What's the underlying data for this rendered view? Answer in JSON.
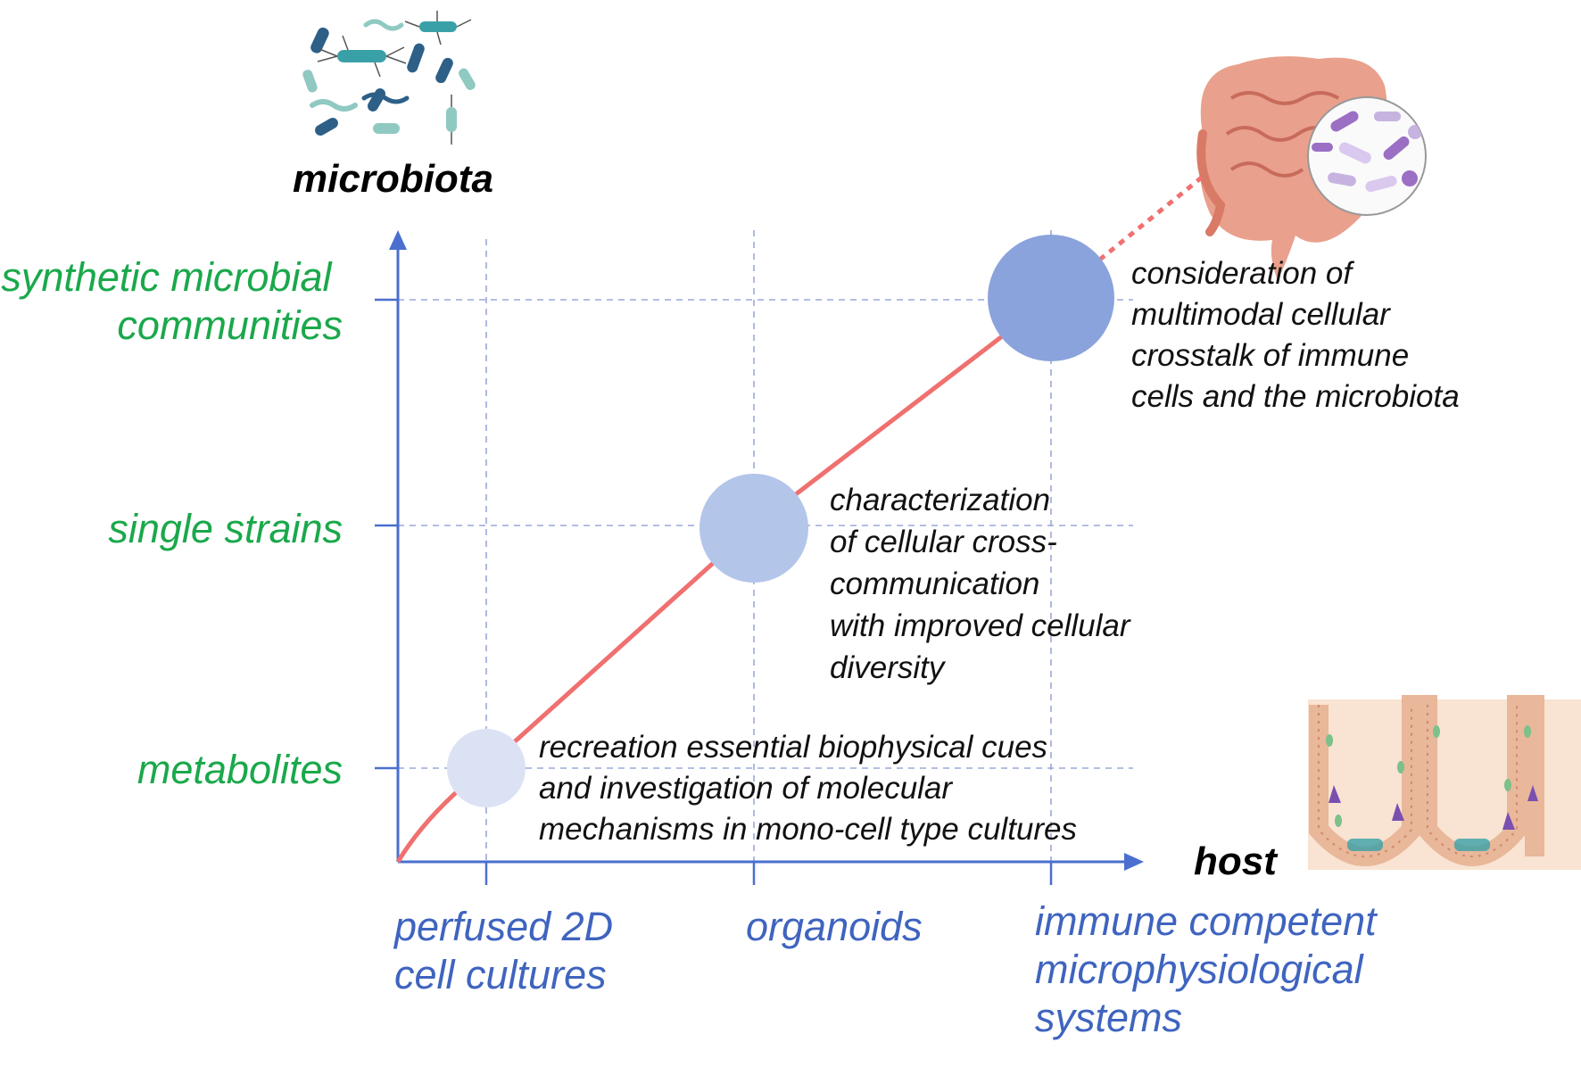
{
  "diagram": {
    "y_axis_name": "microbiota",
    "x_axis_name": "host",
    "y_levels": [
      {
        "lines": [
          "synthetic microbial",
          "communities"
        ]
      },
      {
        "lines": [
          "single strains"
        ]
      },
      {
        "lines": [
          "metabolites"
        ]
      }
    ],
    "x_levels": [
      {
        "lines": [
          "perfused 2D",
          "cell cultures"
        ]
      },
      {
        "lines": [
          "organoids"
        ]
      },
      {
        "lines": [
          "immune competent",
          "microphysiological",
          "systems"
        ]
      }
    ],
    "stages": [
      {
        "lines": [
          "recreation essential biophysical cues",
          "and investigation of molecular",
          "mechanisms in mono-cell type cultures"
        ],
        "color": "#dbe2f4"
      },
      {
        "lines": [
          "characterization",
          "of cellular cross-",
          "communication",
          "with improved cellular",
          "diversity"
        ],
        "color": "#b3c5e9"
      },
      {
        "lines": [
          "consideration of",
          "multimodal cellular",
          "crosstalk of immune",
          "cells and the microbiota"
        ],
        "color": "#8aa3dc"
      }
    ],
    "illustrations": [
      "bacteria-icon",
      "intestine-icon",
      "microbes-magnifier-icon",
      "intestinal-villi-icon"
    ],
    "colors": {
      "y_labels": "#1aa84b",
      "x_labels": "#3f64bf",
      "axis": "#4a6fcf",
      "trend_line": "#f07070",
      "gridlines": "#9aa8d8"
    }
  }
}
